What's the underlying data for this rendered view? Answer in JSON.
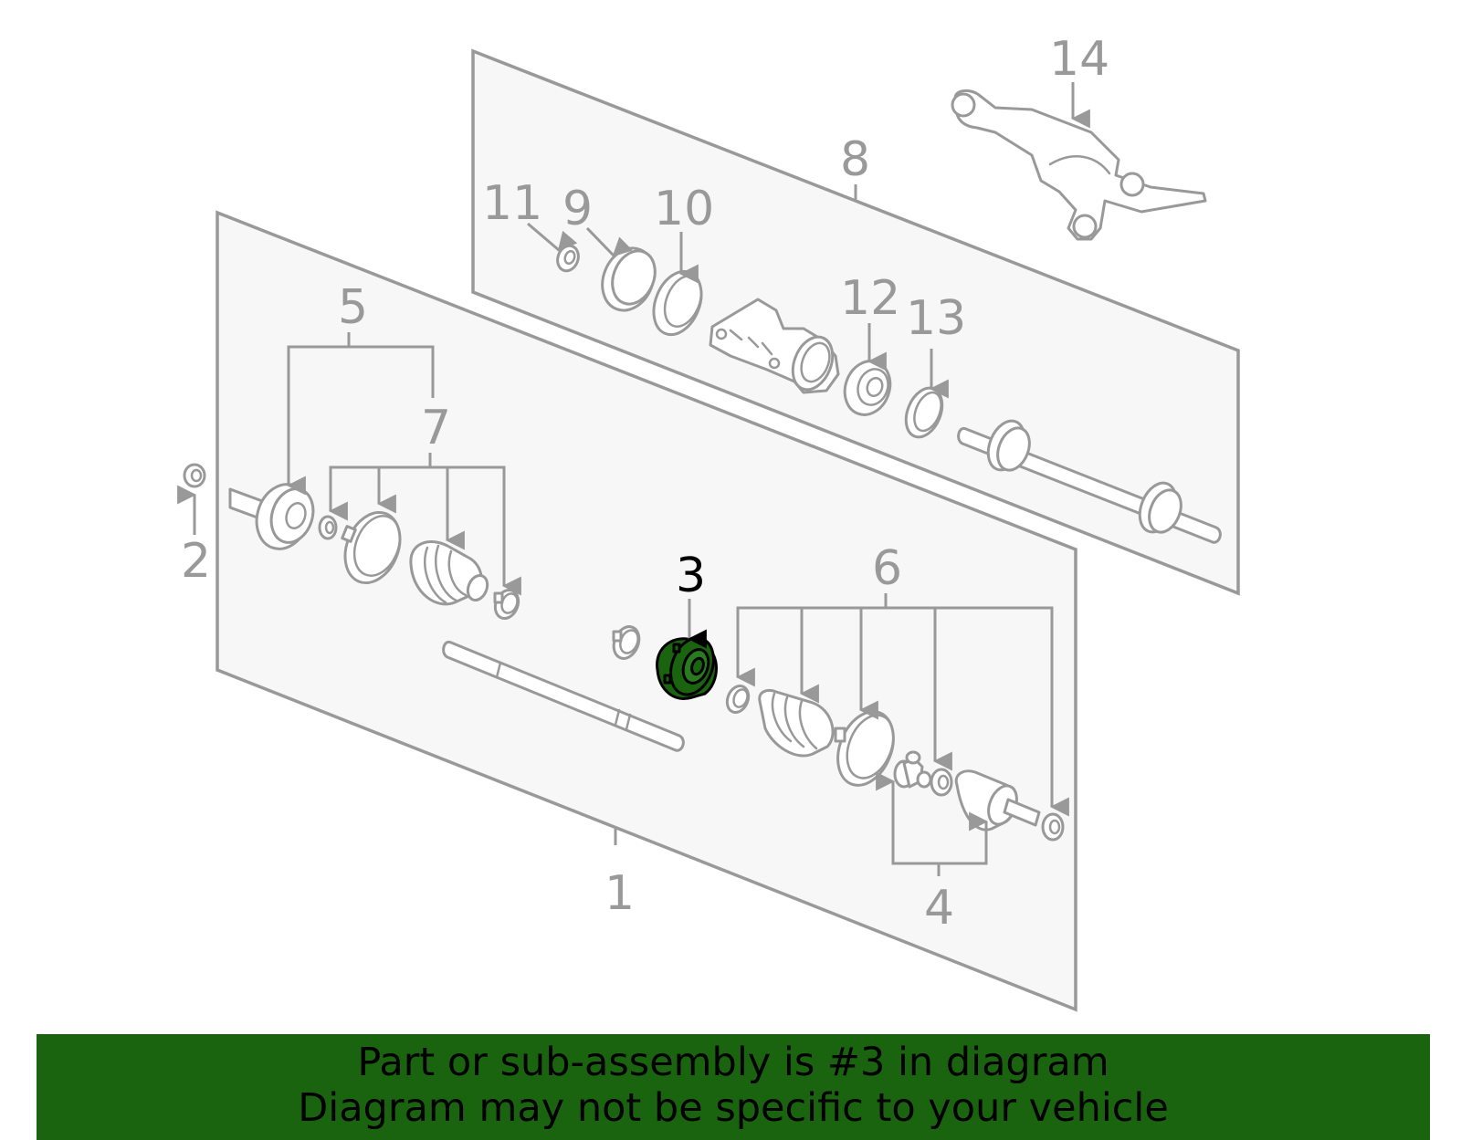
{
  "callouts": {
    "c1": "1",
    "c2": "2",
    "c3": "3",
    "c4": "4",
    "c5": "5",
    "c6": "6",
    "c7": "7",
    "c8": "8",
    "c9": "9",
    "c10": "10",
    "c11": "11",
    "c12": "12",
    "c13": "13",
    "c14": "14"
  },
  "highlight": {
    "part": "3",
    "color": "#1a6410"
  },
  "banner": {
    "line1": "Part or sub-assembly is #3 in diagram",
    "line2": "Diagram may not be specific to your vehicle",
    "color": "#1a6410"
  },
  "icons": [
    "cv-joint-outer",
    "boot",
    "boot-clamp",
    "axle-shaft",
    "cv-joint-inner",
    "tripod",
    "bearing",
    "bracket",
    "intermediate-shaft",
    "snap-ring"
  ]
}
